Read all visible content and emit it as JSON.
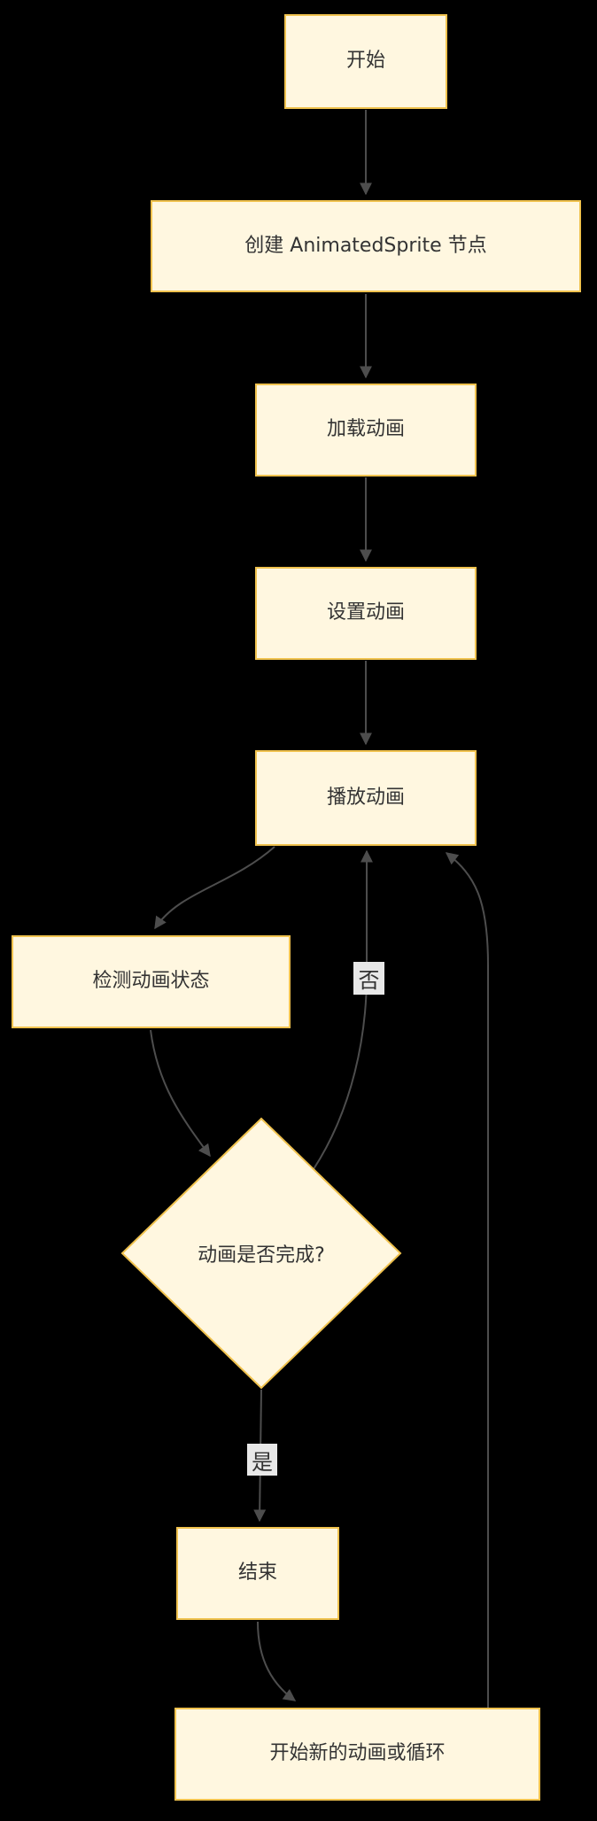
{
  "diagram": {
    "type": "flowchart",
    "background_color": "#000000",
    "node_fill_color": "#fff7e0",
    "node_border_color": "#f0c24e",
    "node_text_color": "#333333",
    "edge_color": "#4d4d4d",
    "edge_label_bg_color": "#e8e8e8",
    "nodes": {
      "start": {
        "label": "开始",
        "shape": "rect"
      },
      "create": {
        "label": "创建 AnimatedSprite 节点",
        "shape": "rect"
      },
      "load": {
        "label": "加载动画",
        "shape": "rect"
      },
      "set": {
        "label": "设置动画",
        "shape": "rect"
      },
      "play": {
        "label": "播放动画",
        "shape": "rect"
      },
      "check": {
        "label": "检测动画状态",
        "shape": "rect"
      },
      "decision": {
        "label": "动画是否完成?",
        "shape": "diamond"
      },
      "end": {
        "label": "结束",
        "shape": "rect"
      },
      "loop": {
        "label": "开始新的动画或循环",
        "shape": "rect"
      }
    },
    "edges": [
      {
        "from": "start",
        "to": "create",
        "label": ""
      },
      {
        "from": "create",
        "to": "load",
        "label": ""
      },
      {
        "from": "load",
        "to": "set",
        "label": ""
      },
      {
        "from": "set",
        "to": "play",
        "label": ""
      },
      {
        "from": "play",
        "to": "check",
        "label": ""
      },
      {
        "from": "check",
        "to": "decision",
        "label": ""
      },
      {
        "from": "decision",
        "to": "play",
        "label": "否"
      },
      {
        "from": "decision",
        "to": "end",
        "label": "是"
      },
      {
        "from": "end",
        "to": "loop",
        "label": ""
      },
      {
        "from": "loop",
        "to": "play",
        "label": ""
      }
    ]
  }
}
